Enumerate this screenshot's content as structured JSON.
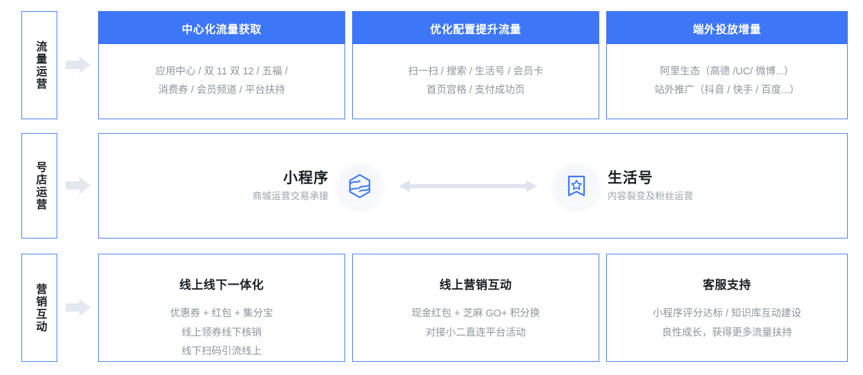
{
  "colors": {
    "brand_blue": "#3d76f7",
    "border_blue": "#4b7fe8",
    "body_gray": "#8d949e",
    "title_dark": "#1b1f24",
    "arrow_gray": "#e3e8f0"
  },
  "rows": [
    {
      "label": "流量运营",
      "arrow_icon": "right-arrow-icon",
      "type": "header-cards",
      "cards": [
        {
          "header": "中心化流量获取",
          "lines": [
            "应用中心 / 双 11 双 12 / 五福 /",
            "消费券 / 会员频道 / 平台扶持"
          ]
        },
        {
          "header": "优化配置提升流量",
          "lines": [
            "扫一扫 / 搜索 / 生活号 / 会员卡",
            "首页宫格 / 支付成功页"
          ]
        },
        {
          "header": "端外投放增量",
          "lines": [
            "阿里生态（高德 /UC/ 微博...）",
            "站外推广（抖音 / 快手 / 百度...）"
          ]
        }
      ]
    },
    {
      "label": "号店运营",
      "arrow_icon": "right-arrow-icon",
      "type": "nodes",
      "nodes": [
        {
          "title": "小程序",
          "subtitle": "商城运营交易承接",
          "icon": "mini-program-icon",
          "side": "left"
        },
        {
          "title": "生活号",
          "subtitle": "内容裂变及粉丝运营",
          "icon": "life-account-bookmark-star-icon",
          "side": "right"
        }
      ],
      "connector_icon": "double-headed-arrow-icon"
    },
    {
      "label": "营销互动",
      "arrow_icon": "right-arrow-icon",
      "type": "title-cards",
      "cards": [
        {
          "title": "线上线下一体化",
          "lines": [
            "优惠券 + 红包 + 集分宝",
            "线上领券线下核销",
            "线下扫码引流线上"
          ]
        },
        {
          "title": "线上营销互动",
          "lines": [
            "现金红包 + 芝麻 GO+ 积分换",
            "对接小二直连平台活动"
          ]
        },
        {
          "title": "客服支持",
          "lines": [
            "小程序评分达标 / 知识库互动建设",
            "良性成长，获得更多流量扶持"
          ]
        }
      ]
    }
  ]
}
